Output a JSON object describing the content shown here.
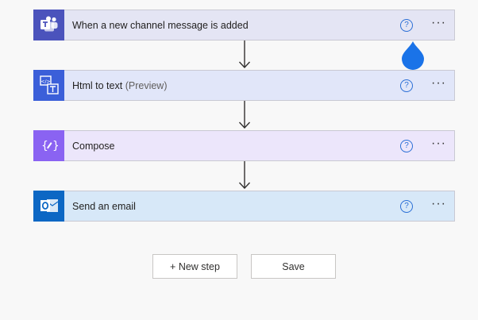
{
  "steps": [
    {
      "id": "teams",
      "title": "When a new channel message is added",
      "subtitle": "",
      "icon": "teams-icon"
    },
    {
      "id": "html",
      "title": "Html to text",
      "subtitle": "(Preview)",
      "icon": "html-to-text-icon"
    },
    {
      "id": "compose",
      "title": "Compose",
      "subtitle": "",
      "icon": "compose-icon"
    },
    {
      "id": "email",
      "title": "Send an email",
      "subtitle": "",
      "icon": "outlook-icon"
    }
  ],
  "help_glyph": "?",
  "more_glyph": "···",
  "buttons": {
    "new_step": "+ New step",
    "save": "Save"
  },
  "colors": {
    "teams": "#4b53bc",
    "html": "#3b5fd9",
    "compose": "#8a63f2",
    "outlook": "#0c67c4",
    "help": "#2b6fd6",
    "drop": "#1a73e8"
  }
}
